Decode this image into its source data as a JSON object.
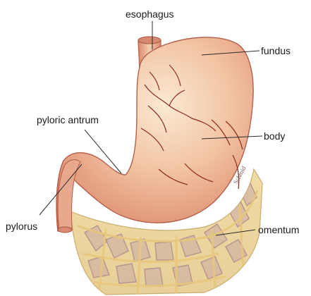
{
  "diagram": {
    "labels": {
      "esophagus": "esophagus",
      "fundus": "fundus",
      "body": "body",
      "pyloric_antrum": "pyloric antrum",
      "pylorus": "pylorus",
      "omentum": "omentum"
    },
    "signature": "Schmid",
    "colors": {
      "stomach_light": "#f6d8b8",
      "stomach_mid": "#e9a98a",
      "stomach_dark": "#c96f57",
      "vessel": "#8b2a1e",
      "omentum_fat": "#f3dc9a",
      "omentum_shadow": "#a88c8a",
      "label_text": "#1a1a1a"
    }
  }
}
